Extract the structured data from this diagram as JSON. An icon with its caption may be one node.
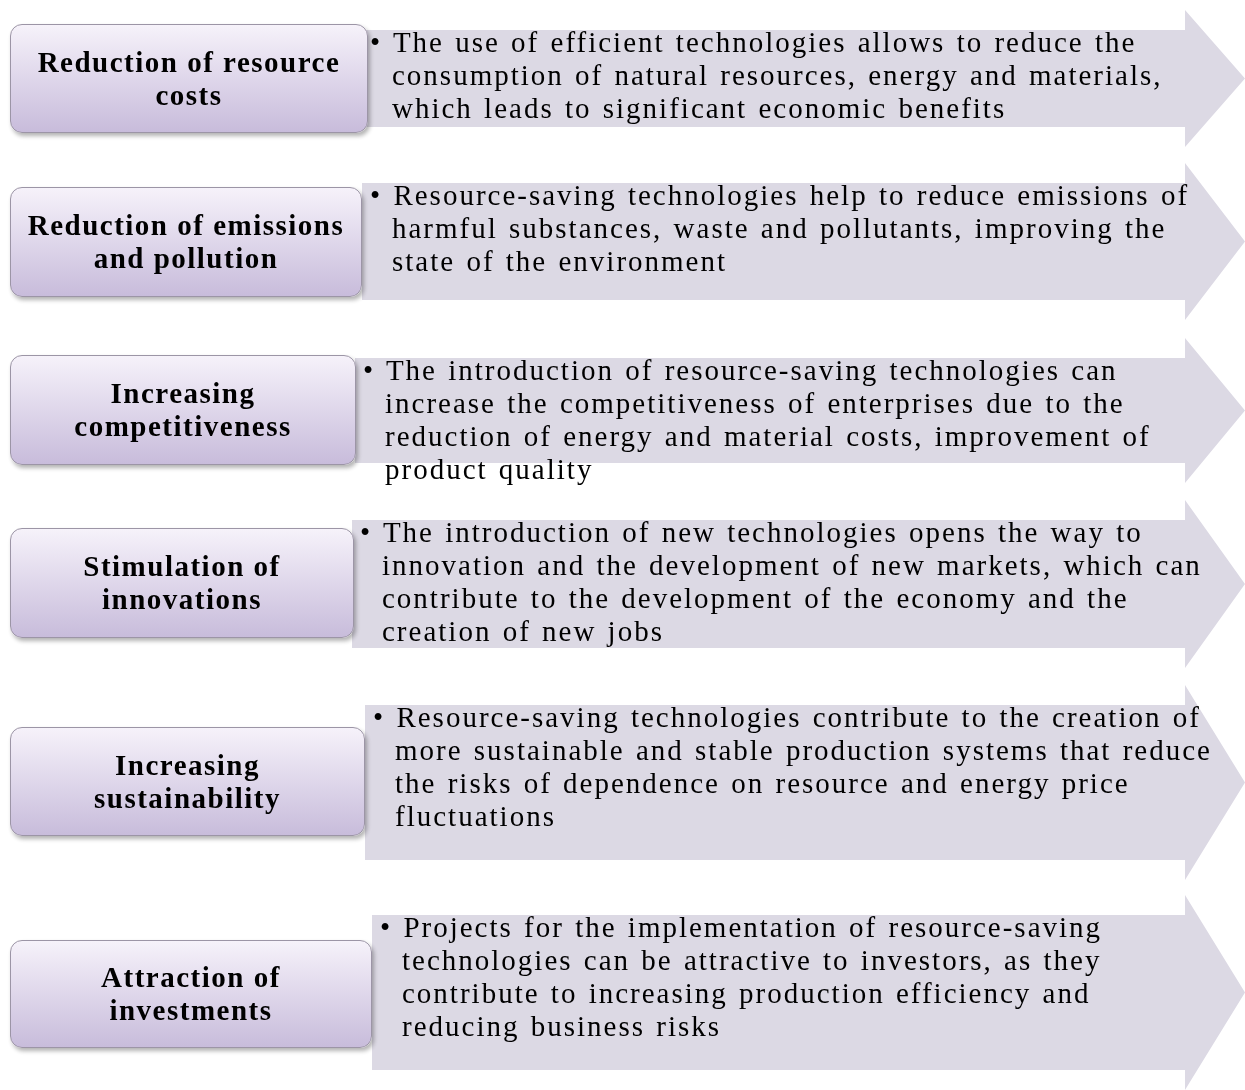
{
  "diagram": {
    "nodes": [
      {
        "text": [
          "Reduction of resource costs"
        ]
      },
      {
        "text": [
          "• The use of efficient technologies allows to reduce the consumption of natural resources, energy and materials, which leads to significant economic benefits"
        ]
      },
      {
        "text": [
          "Reduction of emissions and pollution"
        ]
      },
      {
        "text": [
          "• Resource-saving technologies help to reduce emissions of harmful substances, waste and pollutants, improving the state of the environment"
        ]
      },
      {
        "text": [
          "Increasing competitiveness"
        ]
      },
      {
        "text": [
          "• The introduction of resource-saving technologies can increase the competitiveness of enterprises due to the reduction of energy and material costs, improvement of product quality"
        ]
      },
      {
        "text": [
          "Stimulation of innovations"
        ]
      },
      {
        "text": [
          "• The introduction of new technologies opens the way to innovation and the development of new markets, which can contribute to the development of the economy and the creation of new jobs"
        ]
      },
      {
        "text": [
          "Increasing sustainability"
        ]
      },
      {
        "text": [
          "• Resource-saving technologies contribute to the creation of more sustainable and stable production systems that reduce the risks of dependence on resource and energy price fluctuations"
        ]
      },
      {
        "text": [
          "Attraction of investments"
        ]
      },
      {
        "text": [
          "• Projects for the implementation of resource-saving technologies can be attractive to investors, as they contribute to increasing production efficiency and reducing business risks"
        ]
      }
    ]
  }
}
